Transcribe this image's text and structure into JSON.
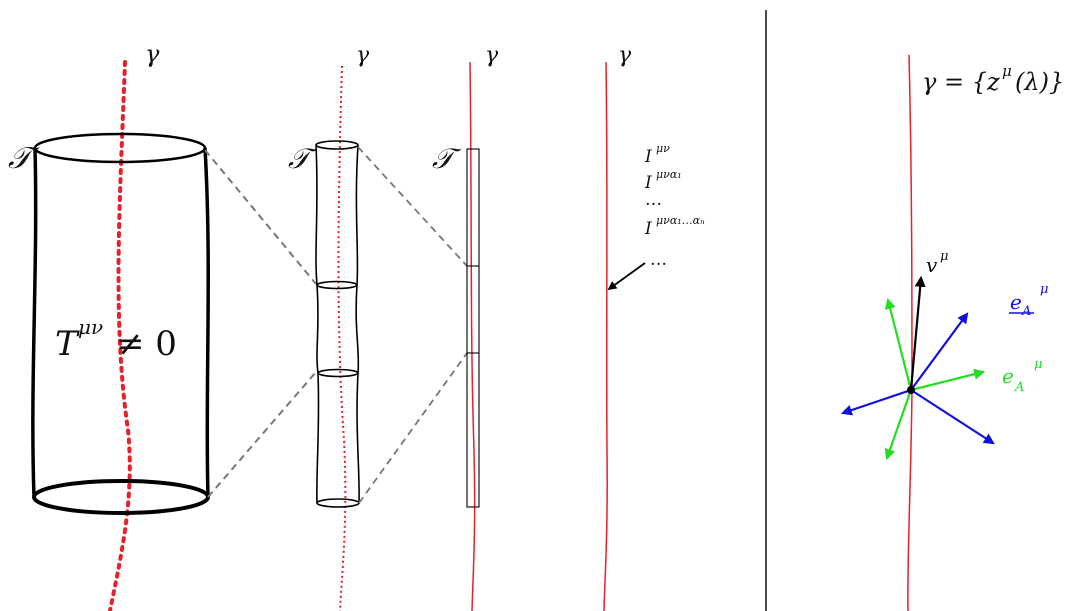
{
  "labels": {
    "gamma": "γ",
    "tube": "𝒯",
    "stress_base": "T",
    "stress_sup": "μν",
    "stress_rel": "≠ 0",
    "moments": [
      {
        "base": "I",
        "sup": "μν"
      },
      {
        "base": "I",
        "sup": "μνα₁"
      },
      {
        "base": "…",
        "sup": ""
      },
      {
        "base": "I",
        "sup": "μνα₁…αₙ"
      },
      {
        "base": "…",
        "sup": ""
      }
    ],
    "worldline_def": "γ = {z",
    "worldline_def_sup": "μ",
    "worldline_def_tail": "(λ)}",
    "velocity_base": "v",
    "velocity_sup": "μ",
    "dual_tetrad_base": "e",
    "dual_tetrad_sub": "A",
    "dual_tetrad_sup": "μ",
    "tetrad_base": "e",
    "tetrad_sub": "A",
    "tetrad_sup": "μ"
  },
  "colors": {
    "worldline": "#e8202a",
    "tube": "#000000",
    "connector": "#777777",
    "velocity": "#000000",
    "dual_tetrad": "#1010e0",
    "tetrad": "#22dd22"
  }
}
